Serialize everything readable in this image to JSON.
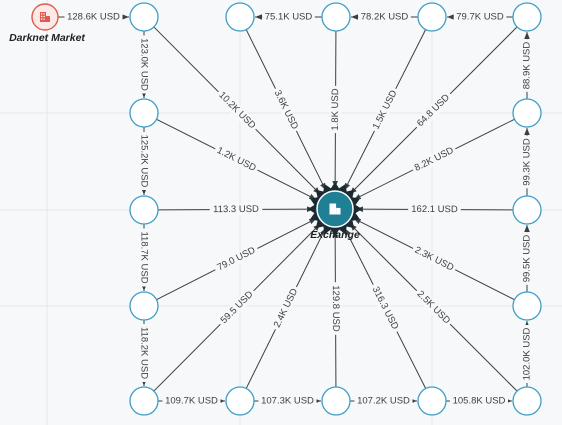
{
  "diagram": {
    "colors": {
      "node_stroke": "#3c9ec4",
      "exchange_fill": "#1f7f94",
      "exchange_spikes": "#1a2a33",
      "market_stroke": "#e05a4f",
      "market_fill": "#fde9e6",
      "edge": "#3a3f44"
    },
    "nodes": [
      {
        "id": "market",
        "label": "Darknet Market",
        "kind": "darknet-market",
        "icon": "building-icon"
      },
      {
        "id": "exchange",
        "label": "Exchange",
        "kind": "exchange",
        "icon": "building-icon"
      },
      {
        "id": "c1",
        "label": "",
        "kind": "wallet"
      },
      {
        "id": "c2",
        "label": "",
        "kind": "wallet"
      },
      {
        "id": "c3",
        "label": "",
        "kind": "wallet"
      },
      {
        "id": "c4",
        "label": "",
        "kind": "wallet"
      },
      {
        "id": "c5",
        "label": "",
        "kind": "wallet"
      },
      {
        "id": "t2",
        "label": "",
        "kind": "wallet"
      },
      {
        "id": "t3",
        "label": "",
        "kind": "wallet"
      },
      {
        "id": "t4",
        "label": "",
        "kind": "wallet"
      },
      {
        "id": "r1",
        "label": "",
        "kind": "wallet"
      },
      {
        "id": "r2",
        "label": "",
        "kind": "wallet"
      },
      {
        "id": "r3",
        "label": "",
        "kind": "wallet"
      },
      {
        "id": "r4",
        "label": "",
        "kind": "wallet"
      },
      {
        "id": "r5",
        "label": "",
        "kind": "wallet"
      },
      {
        "id": "b2",
        "label": "",
        "kind": "wallet"
      },
      {
        "id": "b3",
        "label": "",
        "kind": "wallet"
      },
      {
        "id": "b4",
        "label": "",
        "kind": "wallet"
      }
    ],
    "edges": [
      {
        "from": "market",
        "to": "c1",
        "label": "128.6K USD"
      },
      {
        "from": "c1",
        "to": "c2",
        "label": "123.0K USD"
      },
      {
        "from": "c2",
        "to": "c3",
        "label": "125.2K USD"
      },
      {
        "from": "c3",
        "to": "c4",
        "label": "118.7K USD"
      },
      {
        "from": "c4",
        "to": "c5",
        "label": "118.2K USD"
      },
      {
        "from": "c5",
        "to": "b2",
        "label": "109.7K USD"
      },
      {
        "from": "b2",
        "to": "b3",
        "label": "107.3K USD"
      },
      {
        "from": "b3",
        "to": "b4",
        "label": "107.2K USD"
      },
      {
        "from": "b4",
        "to": "r5",
        "label": "105.8K USD"
      },
      {
        "from": "r5",
        "to": "r4",
        "label": "102.0K USD"
      },
      {
        "from": "r4",
        "to": "r3",
        "label": "99.5K USD"
      },
      {
        "from": "r3",
        "to": "r2",
        "label": "99.3K USD"
      },
      {
        "from": "r2",
        "to": "r1",
        "label": "88.9K USD"
      },
      {
        "from": "r1",
        "to": "t4",
        "label": "79.7K USD"
      },
      {
        "from": "t4",
        "to": "t3",
        "label": "78.2K USD"
      },
      {
        "from": "t3",
        "to": "t2",
        "label": "75.1K USD"
      },
      {
        "from": "c1",
        "to": "exchange",
        "label": "10.2K USD"
      },
      {
        "from": "t2",
        "to": "exchange",
        "label": "3.6K USD"
      },
      {
        "from": "t3",
        "to": "exchange",
        "label": "1.8K USD"
      },
      {
        "from": "t4",
        "to": "exchange",
        "label": "1.5K USD"
      },
      {
        "from": "r1",
        "to": "exchange",
        "label": "64.8 USD"
      },
      {
        "from": "c2",
        "to": "exchange",
        "label": "1.2K USD"
      },
      {
        "from": "r2",
        "to": "exchange",
        "label": "8.2K USD"
      },
      {
        "from": "c3",
        "to": "exchange",
        "label": "113.3 USD"
      },
      {
        "from": "r3",
        "to": "exchange",
        "label": "162.1 USD"
      },
      {
        "from": "c4",
        "to": "exchange",
        "label": "79.0 USD"
      },
      {
        "from": "r4",
        "to": "exchange",
        "label": "2.3K USD"
      },
      {
        "from": "c5",
        "to": "exchange",
        "label": "59.5 USD"
      },
      {
        "from": "b2",
        "to": "exchange",
        "label": "2.4K USD"
      },
      {
        "from": "b3",
        "to": "exchange",
        "label": "129.8 USD"
      },
      {
        "from": "b4",
        "to": "exchange",
        "label": "316.3 USD"
      },
      {
        "from": "r5",
        "to": "exchange",
        "label": "2.5K USD"
      }
    ]
  }
}
